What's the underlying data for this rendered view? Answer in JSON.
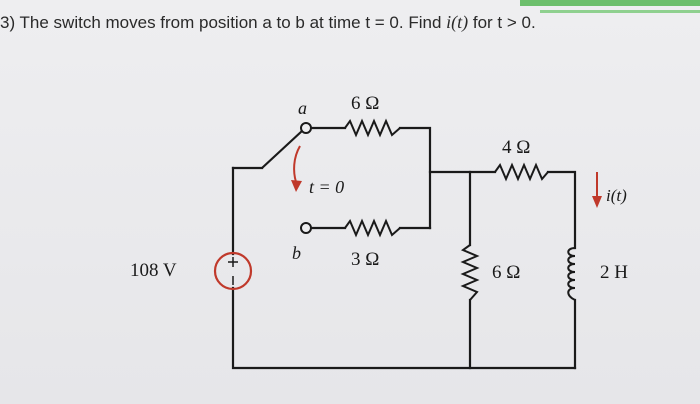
{
  "question": {
    "prefix": "3) The switch moves from position a to b at time t = 0. Find ",
    "func": "i(t)",
    "suffix": " for t > 0."
  },
  "circuit": {
    "source_label": "108 V",
    "source_plus": "+",
    "source_minus": "−",
    "node_a": "a",
    "node_b": "b",
    "switch_time": "t = 0",
    "r_top_label": "6 Ω",
    "r_bottom_label": "3 Ω",
    "r_series_label": "4 Ω",
    "r_shunt_label": "6 Ω",
    "current_label": "i(t)",
    "inductor_label": "2 H"
  },
  "colors": {
    "wire": "#1a1a1a",
    "source": "#c0392b",
    "arrow": "#c0392b",
    "accent": "#6cbf6c"
  }
}
